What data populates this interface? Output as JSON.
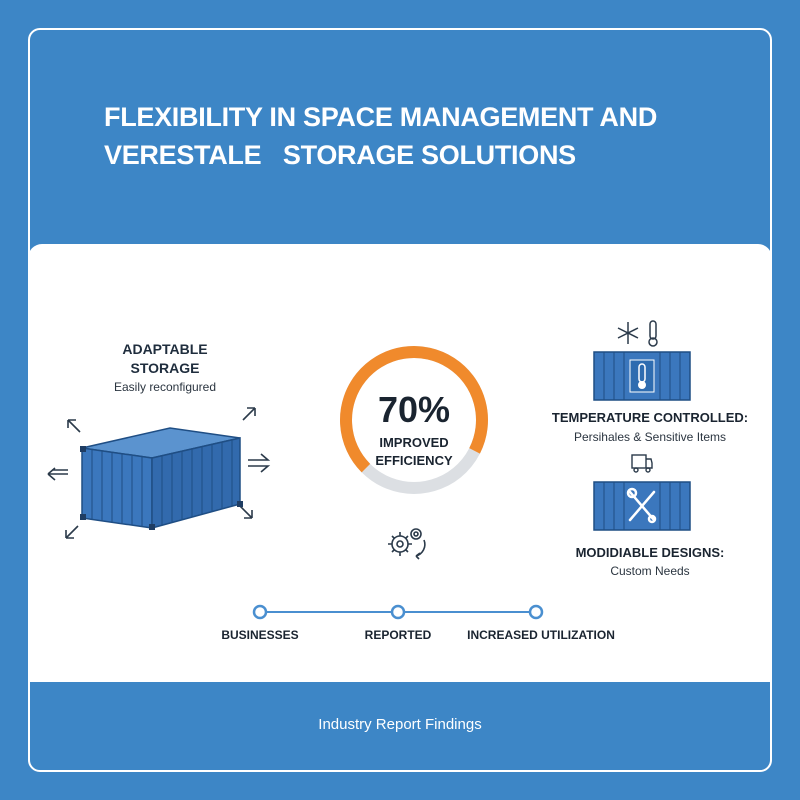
{
  "header": {
    "title": "FLEXIBILITY IN SPACE MANAGEMENT AND\nVERESTALE   STORAGE SOLUTIONS"
  },
  "left": {
    "title": "ADAPTABLE\nSTORAGE",
    "subtitle": "Easily reconfigured"
  },
  "center": {
    "percent": "70%",
    "label": "IMPROVED\nEFFICIENCY",
    "progress_fraction": 0.7
  },
  "right": {
    "temperature": {
      "title": "TEMPERATURE CONTROLLED:",
      "subtitle": "Persihales & Sensitive Items"
    },
    "modifiable": {
      "title": "MODIDIABLE DESIGNS:",
      "subtitle": "Custom Needs"
    }
  },
  "timeline": {
    "labels": [
      "BUSINESSES",
      "REPORTED",
      "INCREASED UTILIZATION"
    ]
  },
  "footer": {
    "text": "Industry Report Findings"
  },
  "colors": {
    "background": "#3d86c6",
    "accent_orange": "#f08a2c",
    "container_blue": "#3b77bd",
    "ring_gray": "#dcdfe3"
  },
  "icons": [
    "arrows-expand-icon",
    "container-icon",
    "gears-icon",
    "snowflake-icon",
    "thermometer-icon",
    "truck-icon",
    "tools-icon"
  ]
}
